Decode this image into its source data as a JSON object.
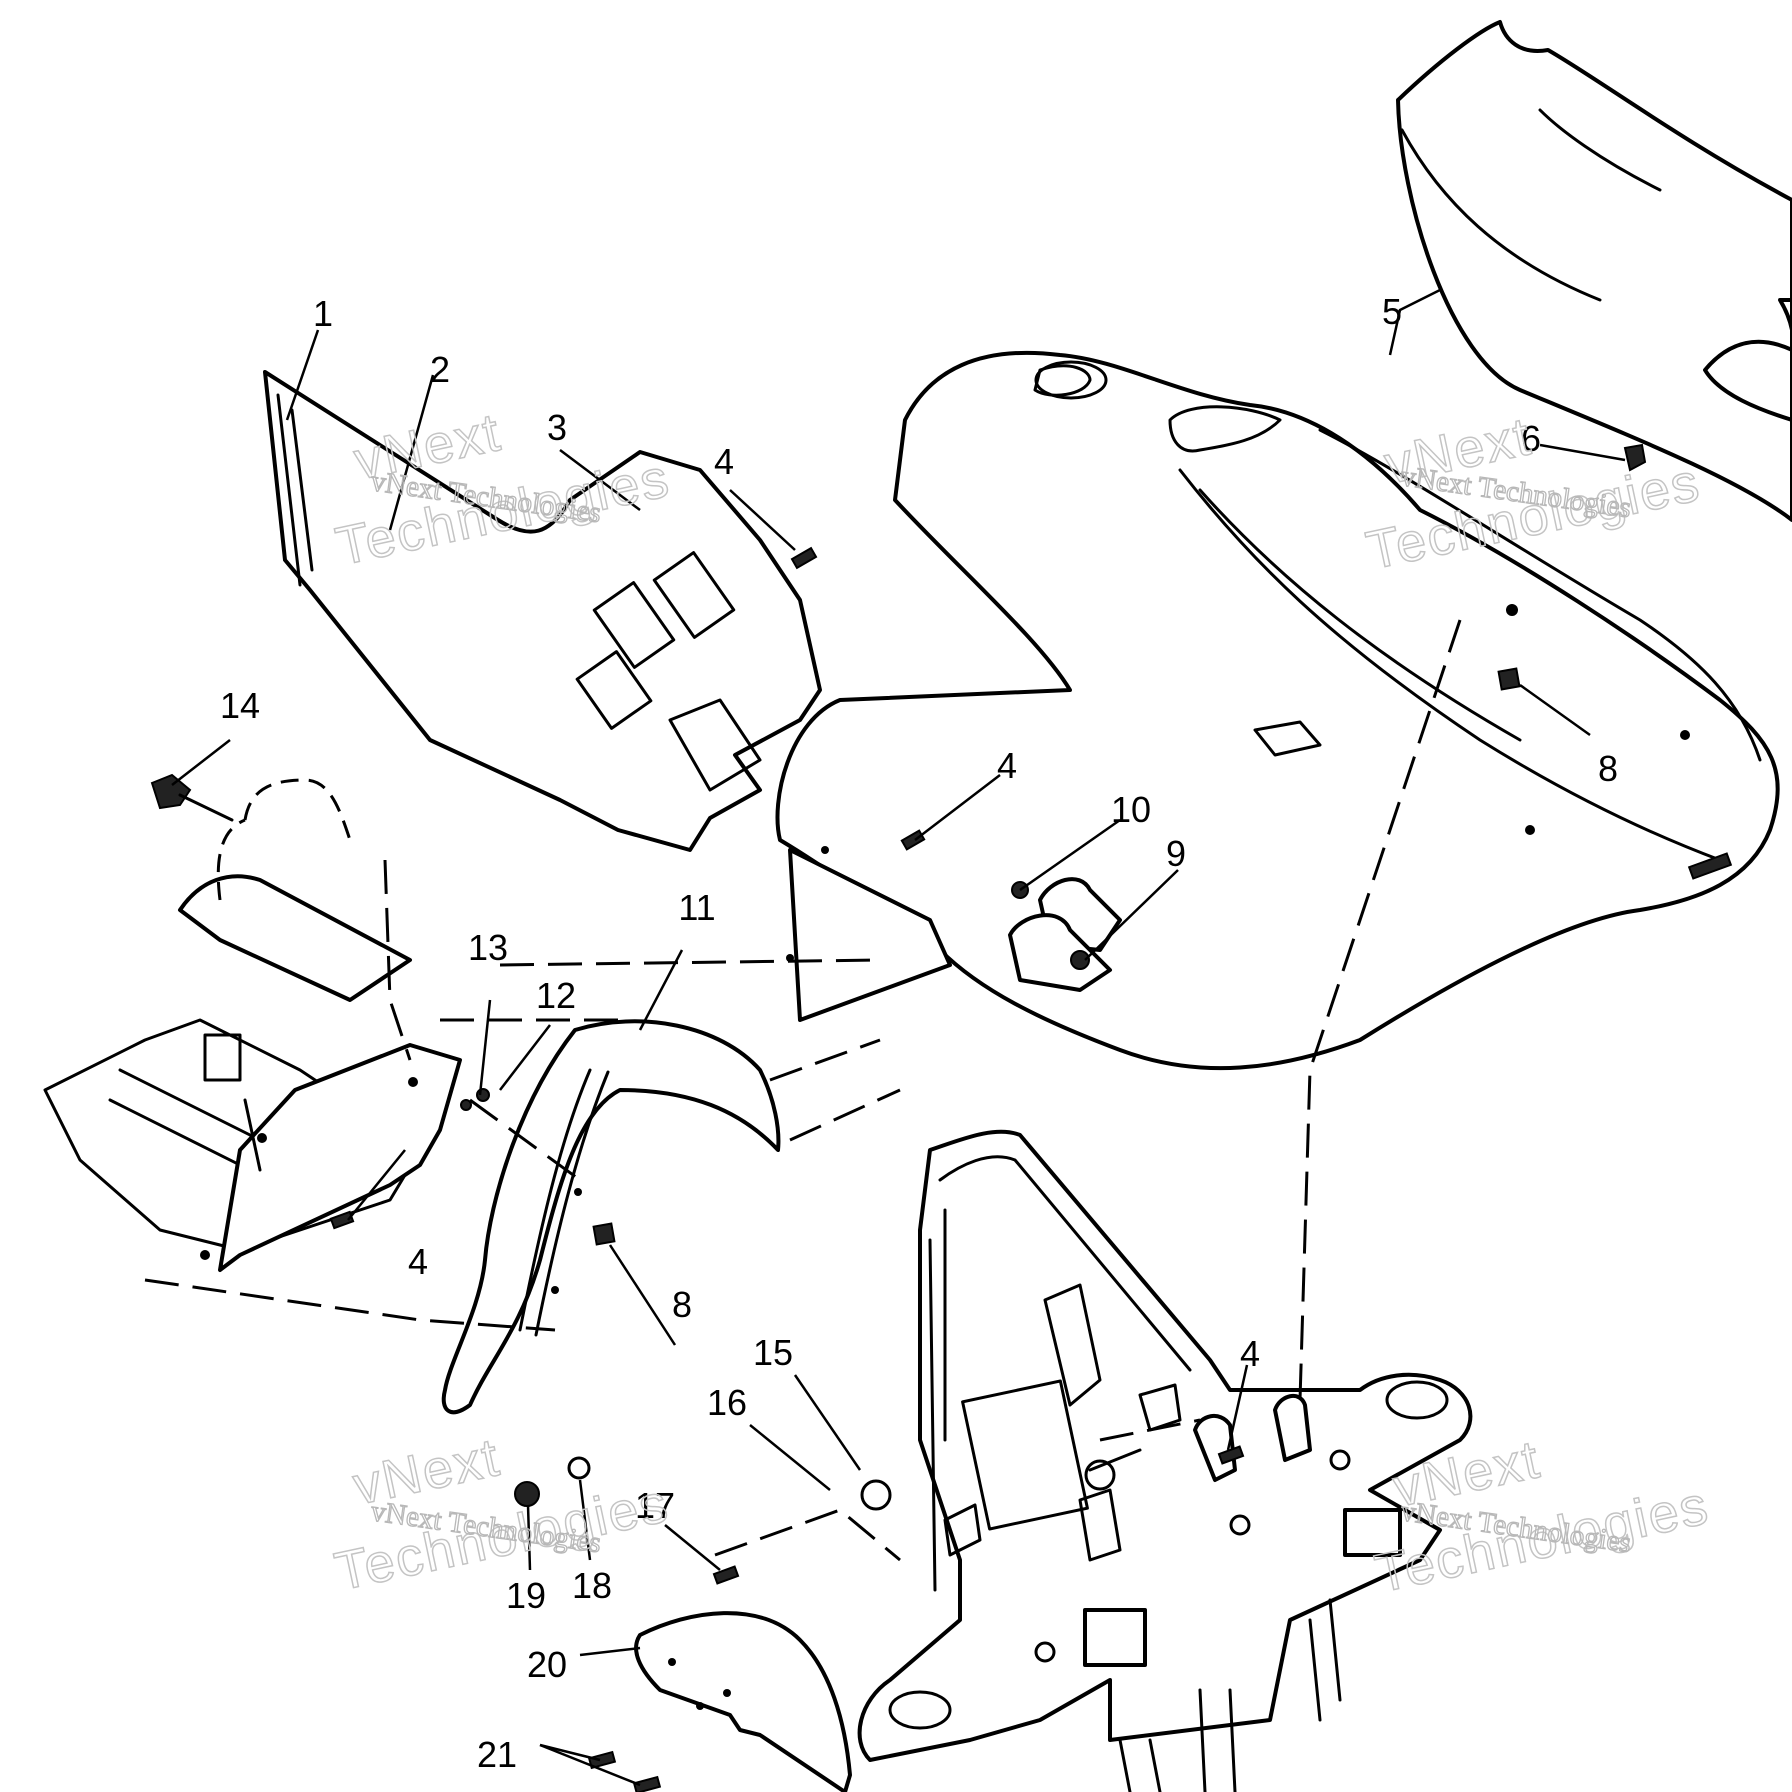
{
  "callouts": [
    {
      "id": "c1",
      "label": "1"
    },
    {
      "id": "c2",
      "label": "2"
    },
    {
      "id": "c3",
      "label": "3"
    },
    {
      "id": "c4a",
      "label": "4"
    },
    {
      "id": "c4b",
      "label": "4"
    },
    {
      "id": "c4c",
      "label": "4"
    },
    {
      "id": "c4d",
      "label": "4"
    },
    {
      "id": "c5",
      "label": "5"
    },
    {
      "id": "c6",
      "label": "6"
    },
    {
      "id": "c8a",
      "label": "8"
    },
    {
      "id": "c8b",
      "label": "8"
    },
    {
      "id": "c9",
      "label": "9"
    },
    {
      "id": "c10",
      "label": "10"
    },
    {
      "id": "c11",
      "label": "11"
    },
    {
      "id": "c12",
      "label": "12"
    },
    {
      "id": "c13",
      "label": "13"
    },
    {
      "id": "c14",
      "label": "14"
    },
    {
      "id": "c15",
      "label": "15"
    },
    {
      "id": "c16",
      "label": "16"
    },
    {
      "id": "c17",
      "label": "17"
    },
    {
      "id": "c18",
      "label": "18"
    },
    {
      "id": "c19",
      "label": "19"
    },
    {
      "id": "c20",
      "label": "20"
    },
    {
      "id": "c21",
      "label": "21"
    }
  ],
  "watermark": {
    "text": "vNext Technologies",
    "line1": "vNext",
    "line2": "Technologies"
  }
}
